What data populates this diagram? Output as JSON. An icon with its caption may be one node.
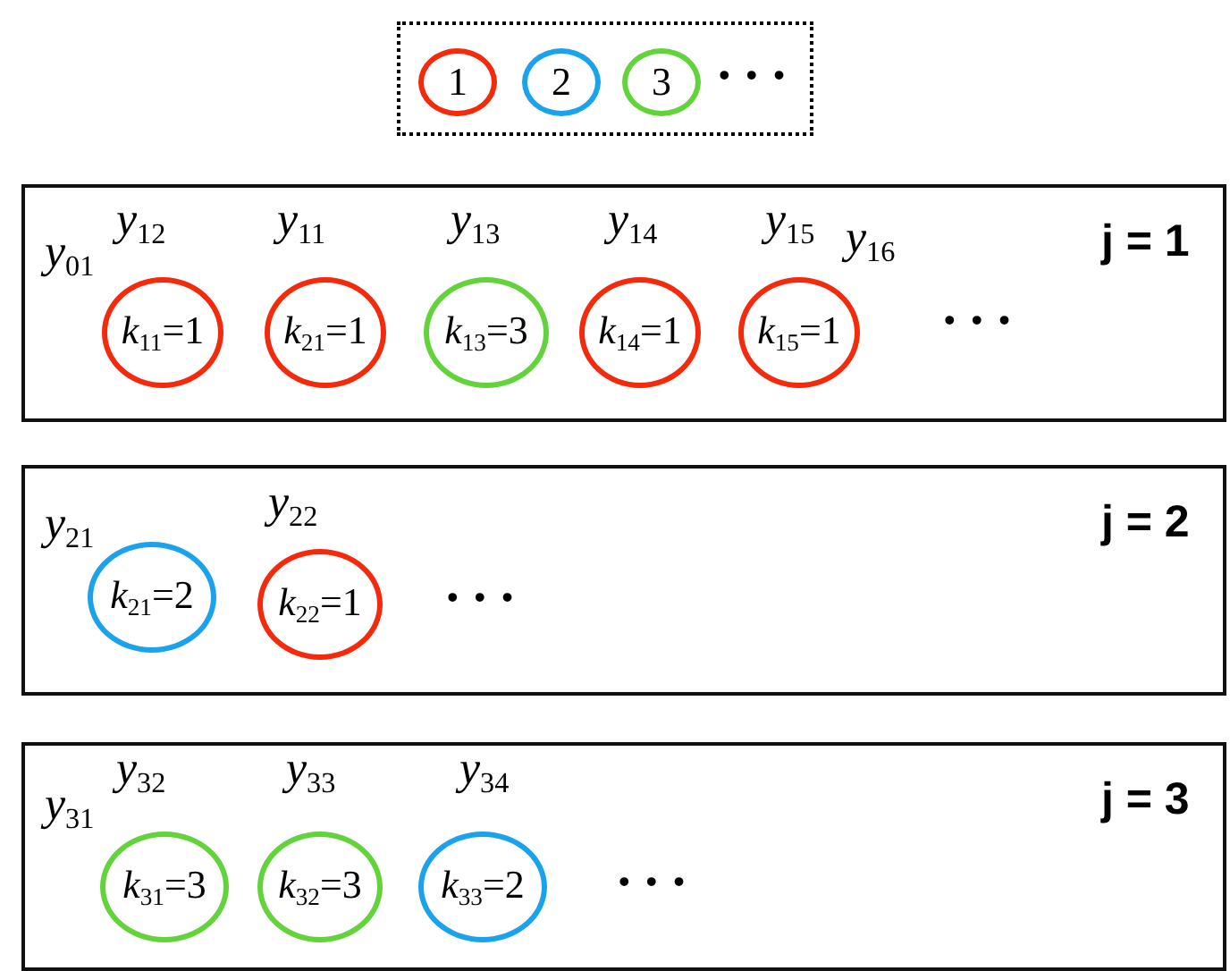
{
  "diagram": {
    "nodes": [
      {
        "text": [
          "• • •"
        ]
      },
      {
        "text": [
          "1"
        ],
        "in": 0
      },
      {
        "text": [
          "2"
        ],
        "in": 0
      },
      {
        "text": [
          "3"
        ],
        "in": 0
      },
      {
        "text": [
          "j = 1",
          "• • •"
        ]
      },
      {
        "text": [
          "*k*$_{11}$=1"
        ],
        "in": 4
      },
      {
        "text": [
          "*k*$_{21}$=1"
        ],
        "in": 4
      },
      {
        "text": [
          "*k*$_{13}$=3"
        ],
        "in": 4
      },
      {
        "text": [
          "*k*$_{14}$=1"
        ],
        "in": 4
      },
      {
        "text": [
          "*k*$_{15}$=1"
        ],
        "in": 4
      },
      {
        "text": [
          "j = 2",
          "• • •"
        ]
      },
      {
        "text": [
          "*k*$_{21}$=2"
        ],
        "in": 10
      },
      {
        "text": [
          "*k*$_{22}$=1"
        ],
        "in": 10
      },
      {
        "text": [
          "j = 3",
          "• • •"
        ]
      },
      {
        "text": [
          "*k*$_{31}$=3"
        ],
        "in": 13
      },
      {
        "text": [
          "*k*$_{32}$=3"
        ],
        "in": 13
      },
      {
        "text": [
          "*k*$_{33}$=2"
        ],
        "in": 13
      }
    ],
    "labels": [
      "*y*$_{01}$",
      "*y*$_{12}$",
      "*y*$_{11}$",
      "*y*$_{13}$",
      "*y*$_{14}$",
      "*y*$_{15}$",
      "*y*$_{16}$",
      "*y*$_{21}$",
      "*y*$_{22}$",
      "*y*$_{31}$",
      "*y*$_{32}$",
      "*y*$_{33}$",
      "*y*$_{34}$"
    ]
  }
}
